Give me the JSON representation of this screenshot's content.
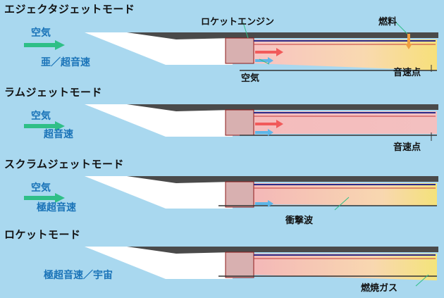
{
  "modes": [
    {
      "title": "エジェクタジェットモード",
      "air_label": "空気",
      "speed_label": "亜／超音速",
      "annotations": {
        "rocket_engine": "ロケットエンジン",
        "fuel": "燃料",
        "air_bottom": "空気",
        "sonic_point": "音速点"
      }
    },
    {
      "title": "ラムジェットモード",
      "air_label": "空気",
      "speed_label": "超音速",
      "annotations": {
        "sonic_point": "音速点"
      }
    },
    {
      "title": "スクラムジェットモード",
      "air_label": "空気",
      "speed_label": "極超音速",
      "annotations": {
        "shock_wave": "衝撃波"
      }
    },
    {
      "title": "ロケットモード",
      "air_label": "",
      "speed_label": "極超音速／宇宙",
      "annotations": {
        "combustion_gas": "燃焼ガス"
      }
    }
  ],
  "colors": {
    "background": "#a9d8ef",
    "air_arrow": "#2fbf87",
    "label_blue": "#1a73b8",
    "engine_body": "#404040",
    "flow_red": "#f15a5a",
    "flow_yellow": "#f7e07a"
  }
}
